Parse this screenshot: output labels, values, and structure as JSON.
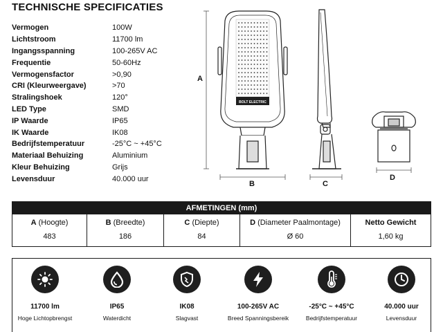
{
  "title": "TECHNISCHE SPECIFICATIES",
  "specs": [
    {
      "label": "Vermogen",
      "value": "100W"
    },
    {
      "label": "Lichtstroom",
      "value": "11700 lm"
    },
    {
      "label": "Ingangsspanning",
      "value": "100-265V AC"
    },
    {
      "label": "Frequentie",
      "value": "50-60Hz"
    },
    {
      "label": "Vermogensfactor",
      "value": ">0,90"
    },
    {
      "label": "CRI (Kleurweergave)",
      "value": ">70"
    },
    {
      "label": "Stralingshoek",
      "value": "120°"
    },
    {
      "label": "LED Type",
      "value": "SMD"
    },
    {
      "label": "IP Waarde",
      "value": "IP65"
    },
    {
      "label": "IK Waarde",
      "value": "IK08"
    },
    {
      "label": "Bedrijfstemperatuur",
      "value": "-25°C ~ +45°C"
    },
    {
      "label": "Materiaal Behuizing",
      "value": "Aluminium"
    },
    {
      "label": "Kleur Behuizing",
      "value": "Grijs"
    },
    {
      "label": "Levensduur",
      "value": "40.000 uur"
    }
  ],
  "drawing": {
    "label_a": "A",
    "label_b": "B",
    "label_c": "C",
    "label_d": "D",
    "logo_text": "BOLT ELECTRIC"
  },
  "dimensions": {
    "header": "AFMETINGEN (mm)",
    "columns": [
      {
        "key": "A",
        "name": "(Hoogte)",
        "value": "483"
      },
      {
        "key": "B",
        "name": "(Breedte)",
        "value": "186"
      },
      {
        "key": "C",
        "name": "(Diepte)",
        "value": "84"
      },
      {
        "key": "D",
        "name": "(Diameter Paalmontage)",
        "value": "Ø 60"
      },
      {
        "key": "Netto Gewicht",
        "name": "",
        "value": "1,60 kg"
      }
    ]
  },
  "features": [
    {
      "icon": "sun-icon",
      "title": "11700 lm",
      "subtitle": "Hoge Lichtopbrengst"
    },
    {
      "icon": "water-drop-icon",
      "title": "IP65",
      "subtitle": "Waterdicht"
    },
    {
      "icon": "shield-icon",
      "title": "IK08",
      "subtitle": "Slagvast"
    },
    {
      "icon": "lightning-icon",
      "title": "100-265V AC",
      "subtitle": "Breed Spanningsbereik"
    },
    {
      "icon": "thermometer-icon",
      "title": "-25°C ~ +45°C",
      "subtitle": "Bedrijfstemperatuur"
    },
    {
      "icon": "clock-icon",
      "title": "40.000 uur",
      "subtitle": "Levensduur"
    }
  ]
}
